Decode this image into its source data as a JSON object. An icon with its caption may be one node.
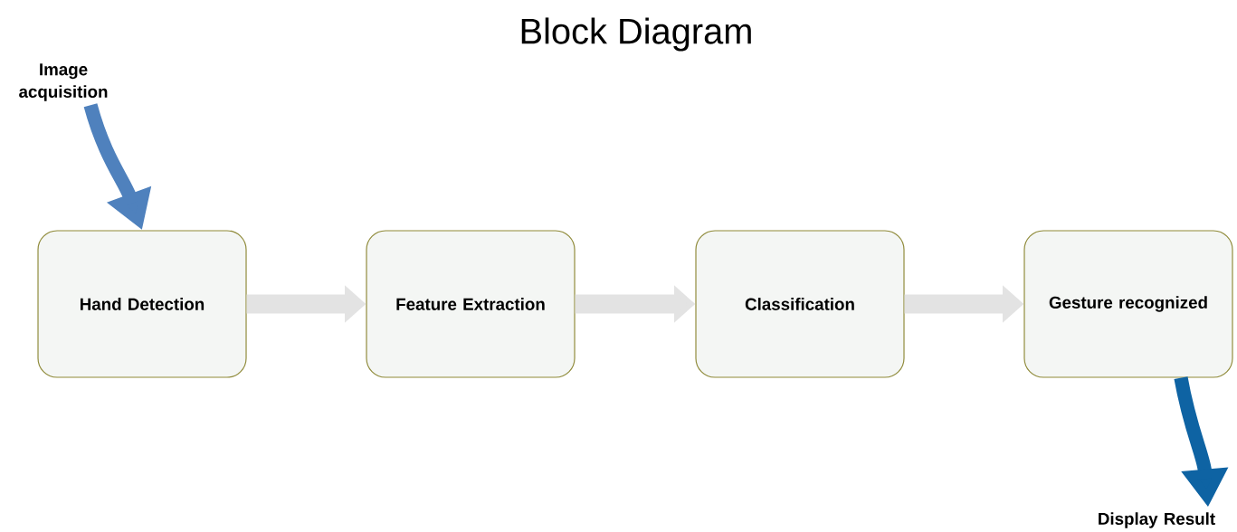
{
  "diagram": {
    "title": "Block Diagram",
    "nodes": [
      {
        "text": [
          "Image acquisition"
        ]
      },
      {
        "text": [
          "Hand Detection"
        ]
      },
      {
        "text": [
          "Feature Extraction"
        ]
      },
      {
        "text": [
          "Classification"
        ]
      },
      {
        "text": [
          "Gesture recognized"
        ]
      },
      {
        "text": [
          "Display Result"
        ]
      }
    ],
    "edges": [
      {
        "from": 0,
        "to": 1,
        "arrow": "to",
        "color": "#4f81bd"
      },
      {
        "from": 1,
        "to": 2,
        "arrow": "to"
      },
      {
        "from": 2,
        "to": 3,
        "arrow": "to"
      },
      {
        "from": 3,
        "to": 4,
        "arrow": "to"
      },
      {
        "from": 4,
        "to": 5,
        "arrow": "to",
        "color": "#0e63a3"
      }
    ]
  }
}
